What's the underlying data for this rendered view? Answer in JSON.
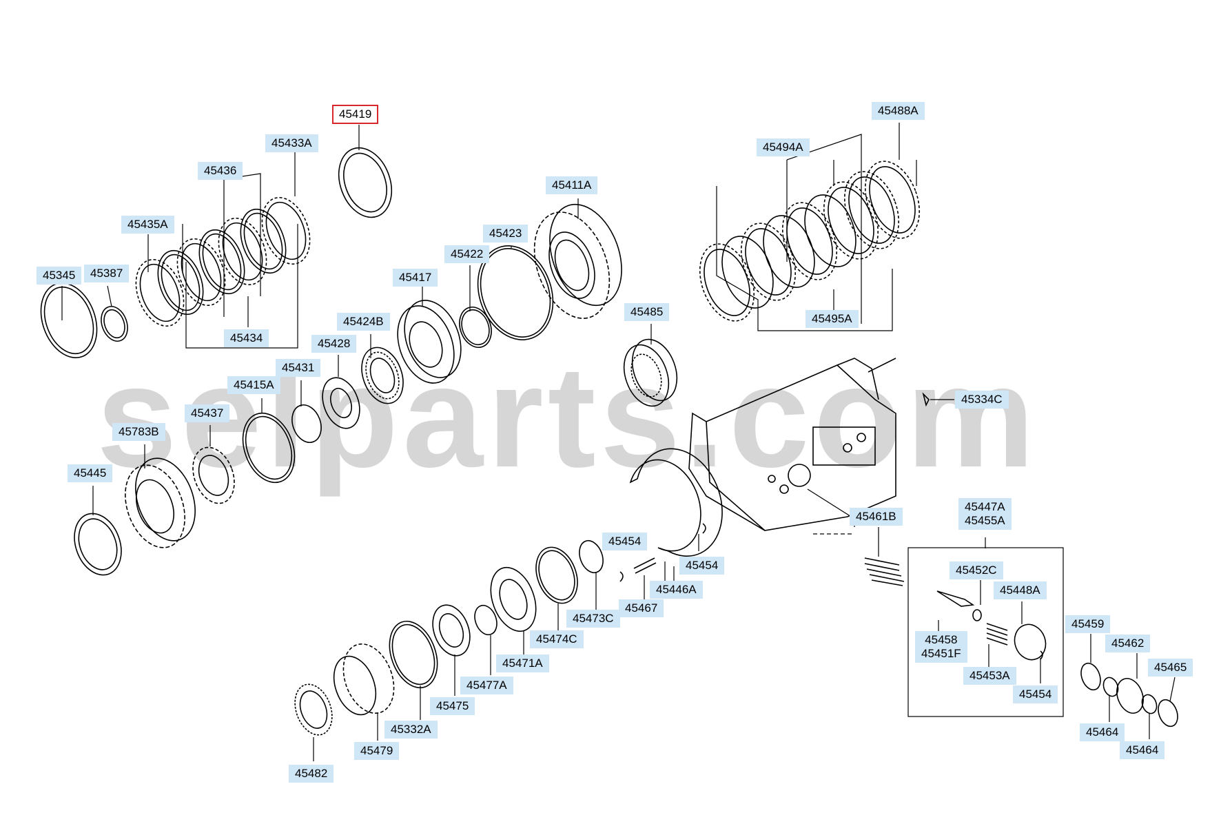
{
  "watermark": "selparts.com",
  "highlighted_part": "45419",
  "labels": {
    "l45419": "45419",
    "l45433A": "45433A",
    "l45436": "45436",
    "l45435A": "45435A",
    "l45345": "45345",
    "l45387": "45387",
    "l45434": "45434",
    "l45411A": "45411A",
    "l45423": "45423",
    "l45422": "45422",
    "l45417": "45417",
    "l45424B": "45424B",
    "l45428": "45428",
    "l45431": "45431",
    "l45415A": "45415A",
    "l45437": "45437",
    "l45783B": "45783B",
    "l45445": "45445",
    "l45485": "45485",
    "l45494A": "45494A",
    "l45488A": "45488A",
    "l45495A": "45495A",
    "l45334C": "45334C",
    "l45461B": "45461B",
    "l45447A": "45447A",
    "l45455A": "45455A",
    "l45452C": "45452C",
    "l45448A": "45448A",
    "l45458": "45458",
    "l45451F": "45451F",
    "l45453A": "45453A",
    "l45454_box": "45454",
    "l45459": "45459",
    "l45462": "45462",
    "l45465": "45465",
    "l45464_a": "45464",
    "l45464_b": "45464",
    "l45454_a": "45454",
    "l45454_b": "45454",
    "l45446A": "45446A",
    "l45467": "45467",
    "l45473C": "45473C",
    "l45474C": "45474C",
    "l45471A": "45471A",
    "l45477A": "45477A",
    "l45475": "45475",
    "l45332A": "45332A",
    "l45479": "45479",
    "l45482": "45482"
  },
  "colors": {
    "label_bg": "#cfe6f7",
    "highlight_border": "#d8262b",
    "watermark": "#d6d6d6",
    "line": "#000000"
  }
}
